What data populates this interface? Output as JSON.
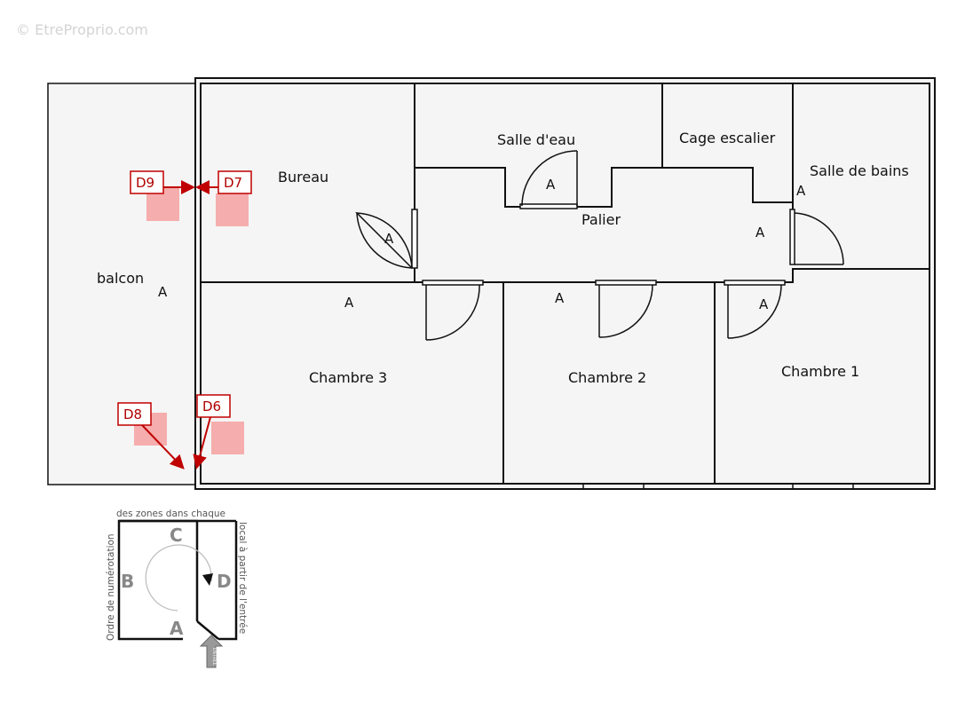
{
  "watermark": "© EtreProprio.com",
  "rooms": {
    "balcon": "balcon",
    "bureau": "Bureau",
    "salle_deau": "Salle d'eau",
    "cage_escalier": "Cage escalier",
    "salle_de_bains": "Salle de bains",
    "palier": "Palier",
    "chambre3": "Chambre 3",
    "chambre2": "Chambre 2",
    "chambre1": "Chambre 1"
  },
  "zone_label": "A",
  "markers": [
    "D9",
    "D7",
    "D8",
    "D6"
  ],
  "legend": {
    "top": "des zones dans chaque",
    "left": "Ordre de numérotation",
    "right": "local à partir de l'entrée",
    "letters": [
      "A",
      "B",
      "C",
      "D"
    ],
    "entry": "ENTRÉE"
  },
  "colors": {
    "marker": "#c00000",
    "marker_fill": "#f4a0a0",
    "floor": "#f5f5f5",
    "wall": "#111111",
    "legend_letter": "#888888"
  }
}
